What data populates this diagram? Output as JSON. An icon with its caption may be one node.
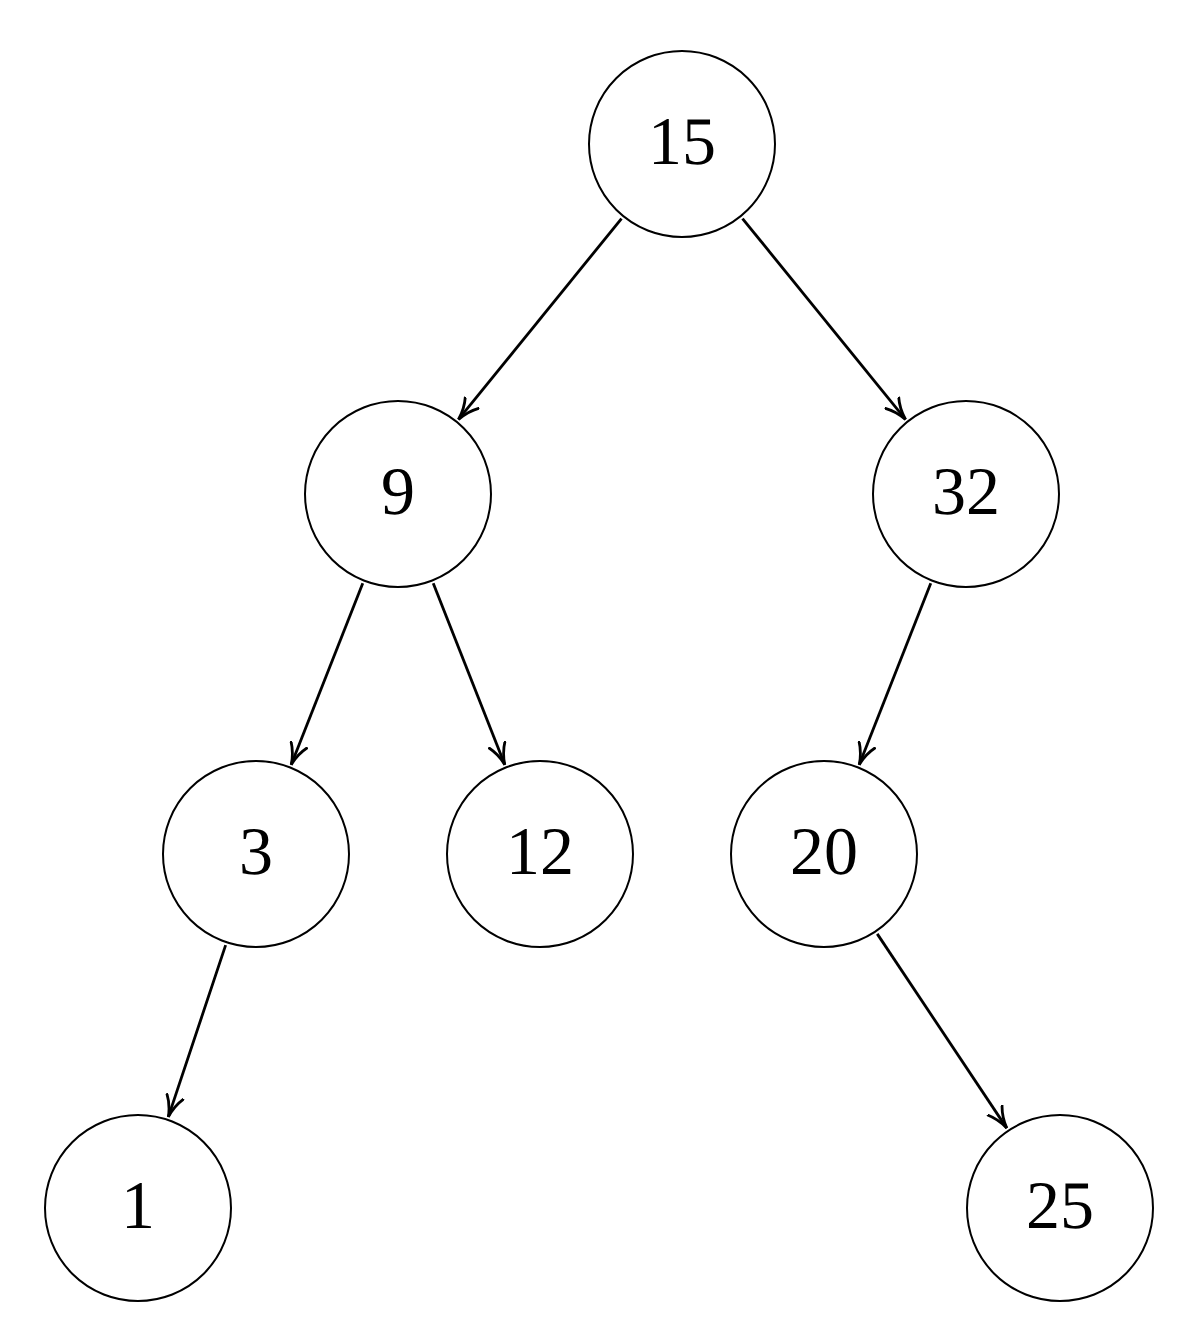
{
  "diagram": {
    "nodes": [
      {
        "text": [
          "15"
        ]
      },
      {
        "text": [
          "9"
        ]
      },
      {
        "text": [
          "32"
        ]
      },
      {
        "text": [
          "3"
        ]
      },
      {
        "text": [
          "12"
        ]
      },
      {
        "text": [
          "20"
        ]
      },
      {
        "text": [
          "1"
        ]
      },
      {
        "text": [
          "25"
        ]
      }
    ],
    "edges": [
      {
        "from": 0,
        "to": 1,
        "arrow": "to"
      },
      {
        "from": 0,
        "to": 2,
        "arrow": "to"
      },
      {
        "from": 1,
        "to": 3,
        "arrow": "to"
      },
      {
        "from": 1,
        "to": 4,
        "arrow": "to"
      },
      {
        "from": 2,
        "to": 5,
        "arrow": "to"
      },
      {
        "from": 3,
        "to": 6,
        "arrow": "to"
      },
      {
        "from": 5,
        "to": 7,
        "arrow": "to"
      }
    ]
  }
}
